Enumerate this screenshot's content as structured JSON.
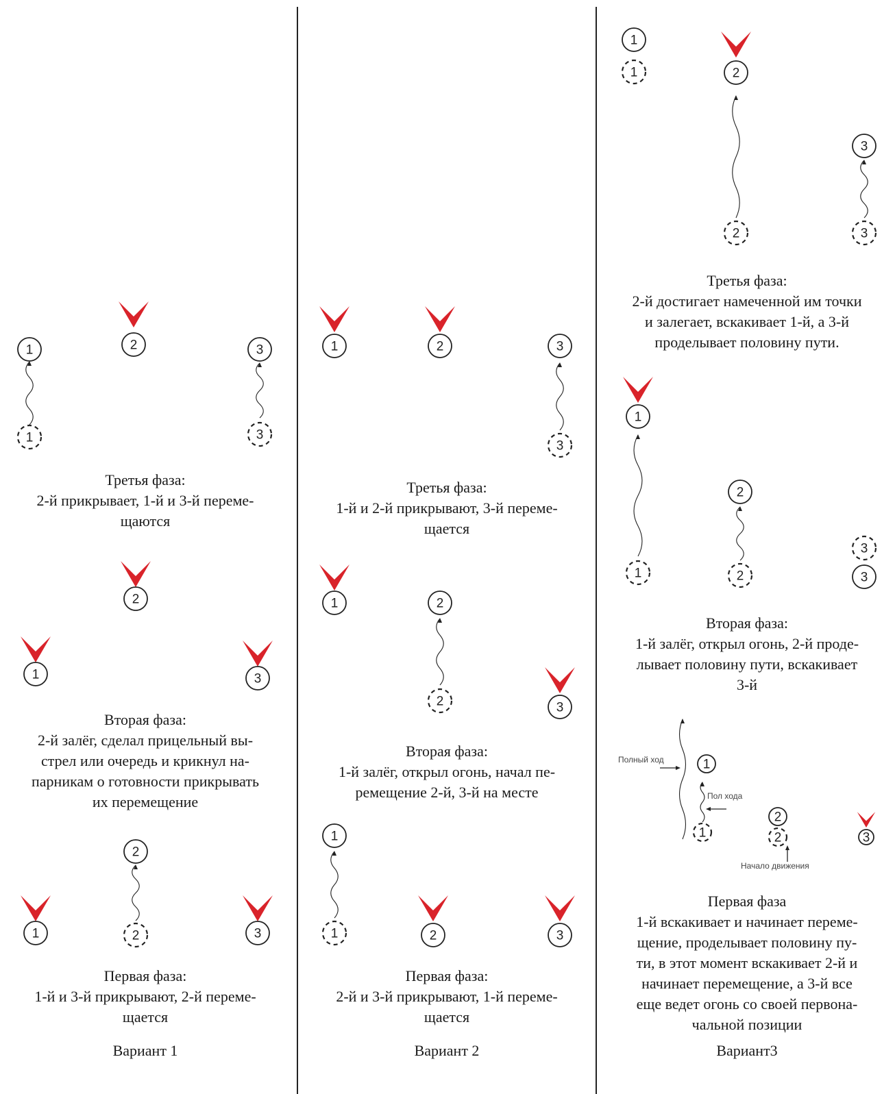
{
  "colors": {
    "arrow_marker": "#d9232a",
    "stroke": "#222222",
    "divider": "#222222"
  },
  "variants": [
    {
      "title": "Вариант 1",
      "phases": [
        {
          "title": "Третья фаза:",
          "lines": [
            "2-й прикрывает, 1-й и 3-й переме-",
            "щаются"
          ]
        },
        {
          "title": "Вторая фаза:",
          "lines": [
            "2-й залёг, сделал прицельный вы-",
            "стрел или очередь и крикнул на-",
            "парникам о готовности прикрывать",
            "их перемещение"
          ]
        },
        {
          "title": "Первая фаза:",
          "lines": [
            "1-й и 3-й прикрывают, 2-й переме-",
            "щается"
          ]
        }
      ]
    },
    {
      "title": "Вариант 2",
      "phases": [
        {
          "title": "Третья фаза:",
          "lines": [
            "1-й и 2-й прикрывают, 3-й переме-",
            "щается"
          ]
        },
        {
          "title": "Вторая фаза:",
          "lines": [
            "1-й залёг, открыл огонь, начал пе-",
            "ремещение 2-й, 3-й на месте"
          ]
        },
        {
          "title": "Первая фаза:",
          "lines": [
            "2-й и 3-й прикрывают, 1-й переме-",
            "щается"
          ]
        }
      ]
    },
    {
      "title": "Вариант3",
      "phases": [
        {
          "title": "Третья фаза:",
          "lines": [
            "2-й достигает намеченной им точки",
            "и залегает, вскакивает 1-й, а 3-й",
            "проделывает половину пути."
          ]
        },
        {
          "title": "Вторая фаза:",
          "lines": [
            "1-й залёг, открыл огонь, 2-й проде-",
            "лывает половину пути, вскакивает",
            "3-й"
          ]
        },
        {
          "title": "Первая фаза",
          "lines": [
            "1-й вскакивает и начинает переме-",
            "щение, проделывает половину пу-",
            "ти, в этот момент вскакивает 2-й и",
            "начинает перемещение, а 3-й все",
            "еще ведет огонь со своей первона-",
            "чальной позиции"
          ]
        }
      ]
    }
  ],
  "legend": {
    "full_move": "Полный ход",
    "half_move": "Пол хода",
    "start": "Начало движения"
  },
  "soldier_labels": [
    "1",
    "2",
    "3"
  ]
}
